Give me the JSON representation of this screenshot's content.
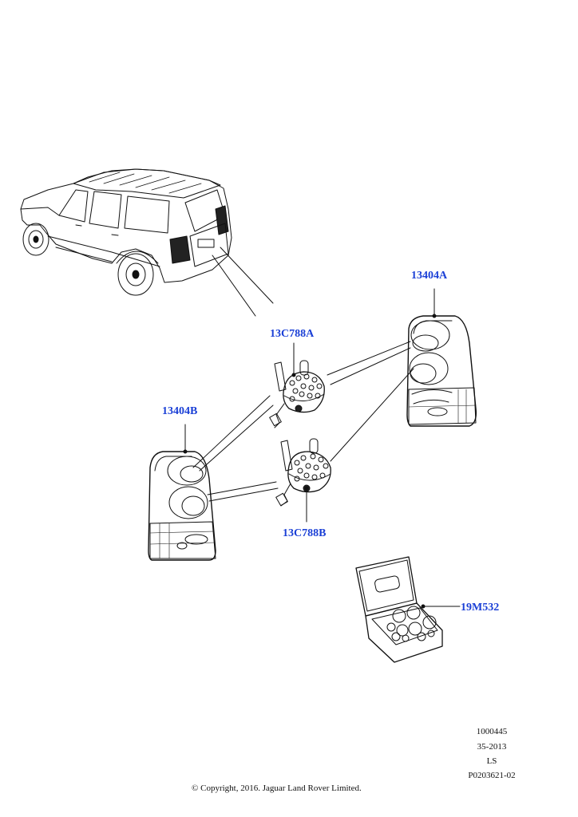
{
  "callouts": {
    "lamp_a": "13404A",
    "bulb_holder_a": "13C788A",
    "lamp_b": "13404B",
    "bulb_holder_b": "13C788B",
    "bulb_kit": "19M532"
  },
  "meta": {
    "line1": "1000445",
    "line2": "35-2013",
    "line3": "LS",
    "line4": "P0203621-02"
  },
  "copyright": "© Copyright, 2016. Jaguar Land Rover Limited.",
  "colors": {
    "callout": "#1a3fd6",
    "line": "#111111"
  }
}
